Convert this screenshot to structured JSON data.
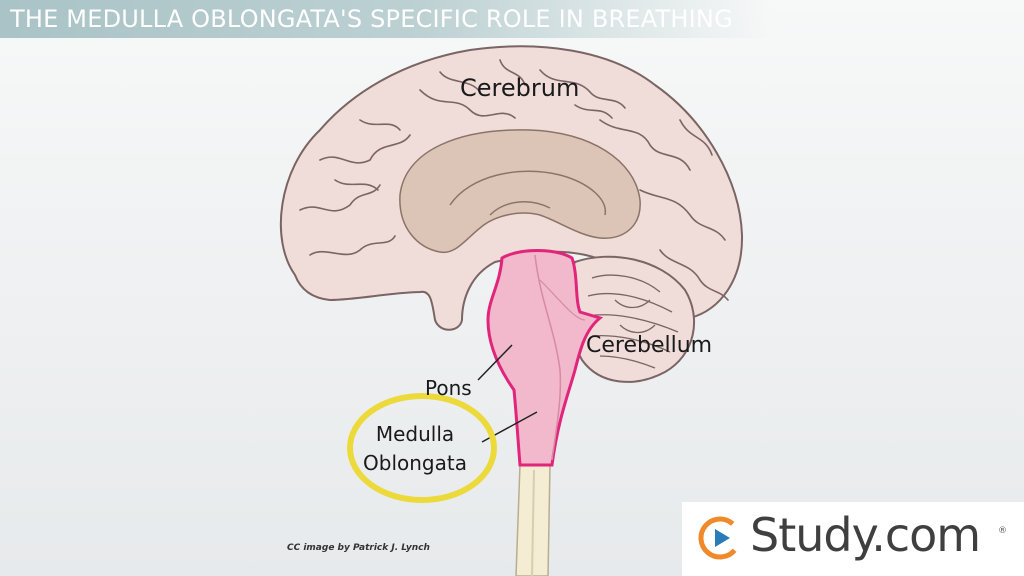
{
  "title": "THE MEDULLA OBLONGATA'S SPECIFIC ROLE IN BREATHING",
  "labels": {
    "cerebrum": "Cerebrum",
    "cerebellum": "Cerebellum",
    "pons": "Pons",
    "medulla_line1": "Medulla",
    "medulla_line2": "Oblongata"
  },
  "credit": "CC image by Patrick J. Lynch",
  "logo": {
    "text": "Study.com",
    "mark": "®",
    "icon": "play-icon"
  },
  "colors": {
    "brain": "#f0dcd9",
    "brain_outline": "#7a6464",
    "inner": "#dcc5b6",
    "brainstem": "#f1b9cb",
    "brainstem_outline": "#e0257a",
    "highlight_ring": "#ecd93a",
    "spinal_cord": "#f4ecd3",
    "logo_orange": "#f0892a",
    "logo_blue": "#2b7bb9"
  }
}
